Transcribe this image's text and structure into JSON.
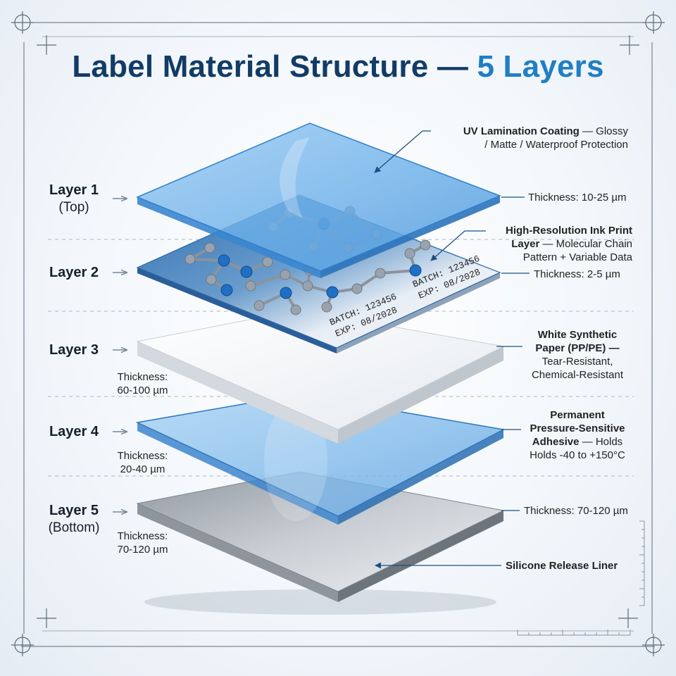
{
  "title": {
    "main": "Label Material Structure — ",
    "accent": "5 Layers"
  },
  "layers": [
    {
      "name": "Layer 1",
      "sub": "(Top)"
    },
    {
      "name": "Layer 2"
    },
    {
      "name": "Layer 3",
      "thickness": [
        "Thickness:",
        "60-100 µm"
      ]
    },
    {
      "name": "Layer 4",
      "thickness": [
        "Thickness:",
        "20-40 µm"
      ]
    },
    {
      "name": "Layer 5",
      "sub": "(Bottom)",
      "thickness": [
        "Thickness:",
        "70-120 µm"
      ]
    }
  ],
  "callouts": {
    "uv": {
      "bold": "UV Lamination Coating",
      "rest1": " — Glossy",
      "line2": "/ Matte / Waterproof Protection"
    },
    "uv_thickness": "Thickness: 10-25 µm",
    "ink": {
      "bold1": "High-Resolution Ink Print",
      "bold2": "Layer",
      "rest2": " — Molecular Chain",
      "line3": "Pattern + Variable Data"
    },
    "ink_thickness": "Thickness: 2-5 µm",
    "paper": {
      "bold1": "White Synthetic",
      "bold2": "Paper (PP/PE) —",
      "line3": "Tear-Resistant,",
      "line4": "Chemical-Resistant"
    },
    "adhesive": {
      "bold1": "Permanent",
      "bold2": "Pressure-Sensitive",
      "bold3": "Adhesive",
      "rest3": " — Holds",
      "line4": "Holds -40 to +150°C"
    },
    "liner_thickness": "Thickness: 70-120 µm",
    "liner": "Silicone Release Liner"
  },
  "print_text": {
    "batch": "BATCH: 123456",
    "exp": "EXP: 08/2028"
  },
  "colors": {
    "title": "#123c66",
    "accent": "#1f7fc4",
    "glass_blue": "#5fa8e6",
    "ink_blue": "#2d72b8",
    "paper_white": "#f4f6f8",
    "liner_gray": "#a9b0b8"
  }
}
